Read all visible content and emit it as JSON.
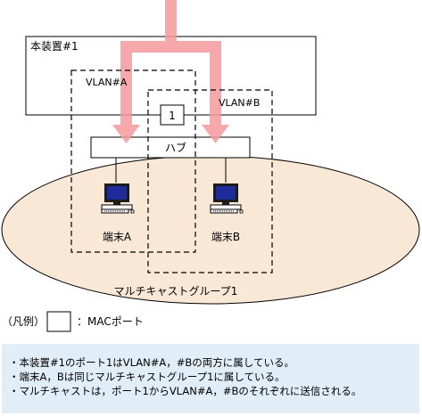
{
  "diagram": {
    "device_label": "本装置#1",
    "vlan_a_label": "VLAN#A",
    "vlan_b_label": "VLAN#B",
    "port_label": "1",
    "hub_label": "ハブ",
    "terminal_a_label": "端末A",
    "terminal_b_label": "端末B",
    "multicast_group_label": "マルチキャストグループ1",
    "icons": [
      "arrow-icon",
      "computer-icon"
    ],
    "colors": {
      "arrow": "#f4999c",
      "ellipse_fill": "#f9e8d6",
      "note_bg": "#e2eef7"
    }
  },
  "legend": {
    "prefix": "（凡例）",
    "text": "：MACポート"
  },
  "notes": [
    "・本装置#1のポート1はVLAN#A，#Bの両方に属している。",
    "・端末A，Bは同じマルチキャストグループ1に属している。",
    "・マルチキャストは，ポート1からVLAN#A，#Bのそれぞれに送信される。"
  ]
}
